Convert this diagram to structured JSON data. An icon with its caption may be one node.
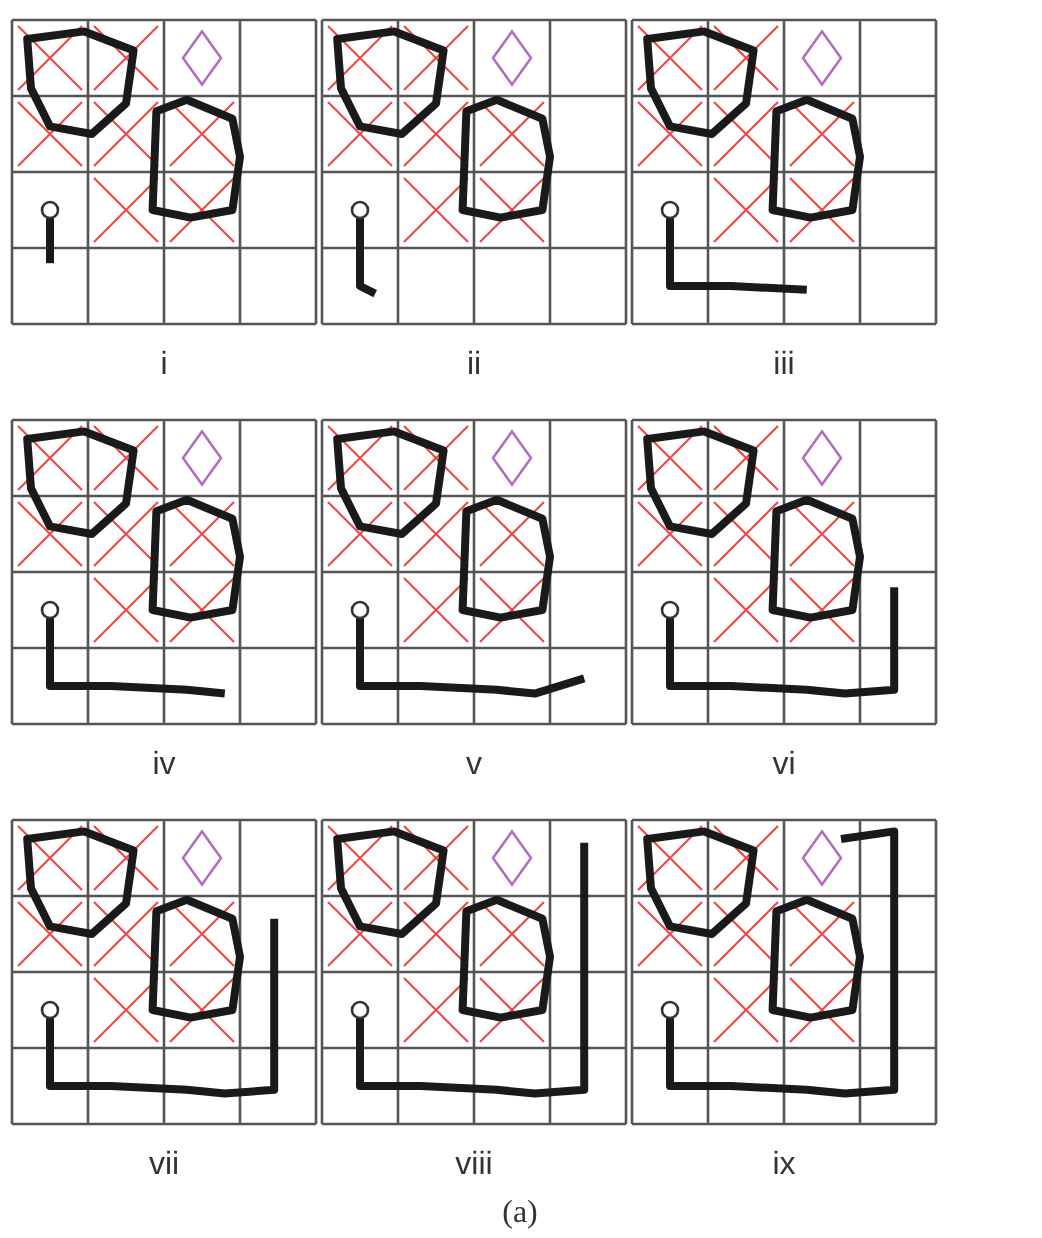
{
  "diagram": {
    "caption": "(a)",
    "labels": [
      "i",
      "ii",
      "iii",
      "iv",
      "v",
      "vi",
      "vii",
      "viii",
      "ix"
    ]
  }
}
